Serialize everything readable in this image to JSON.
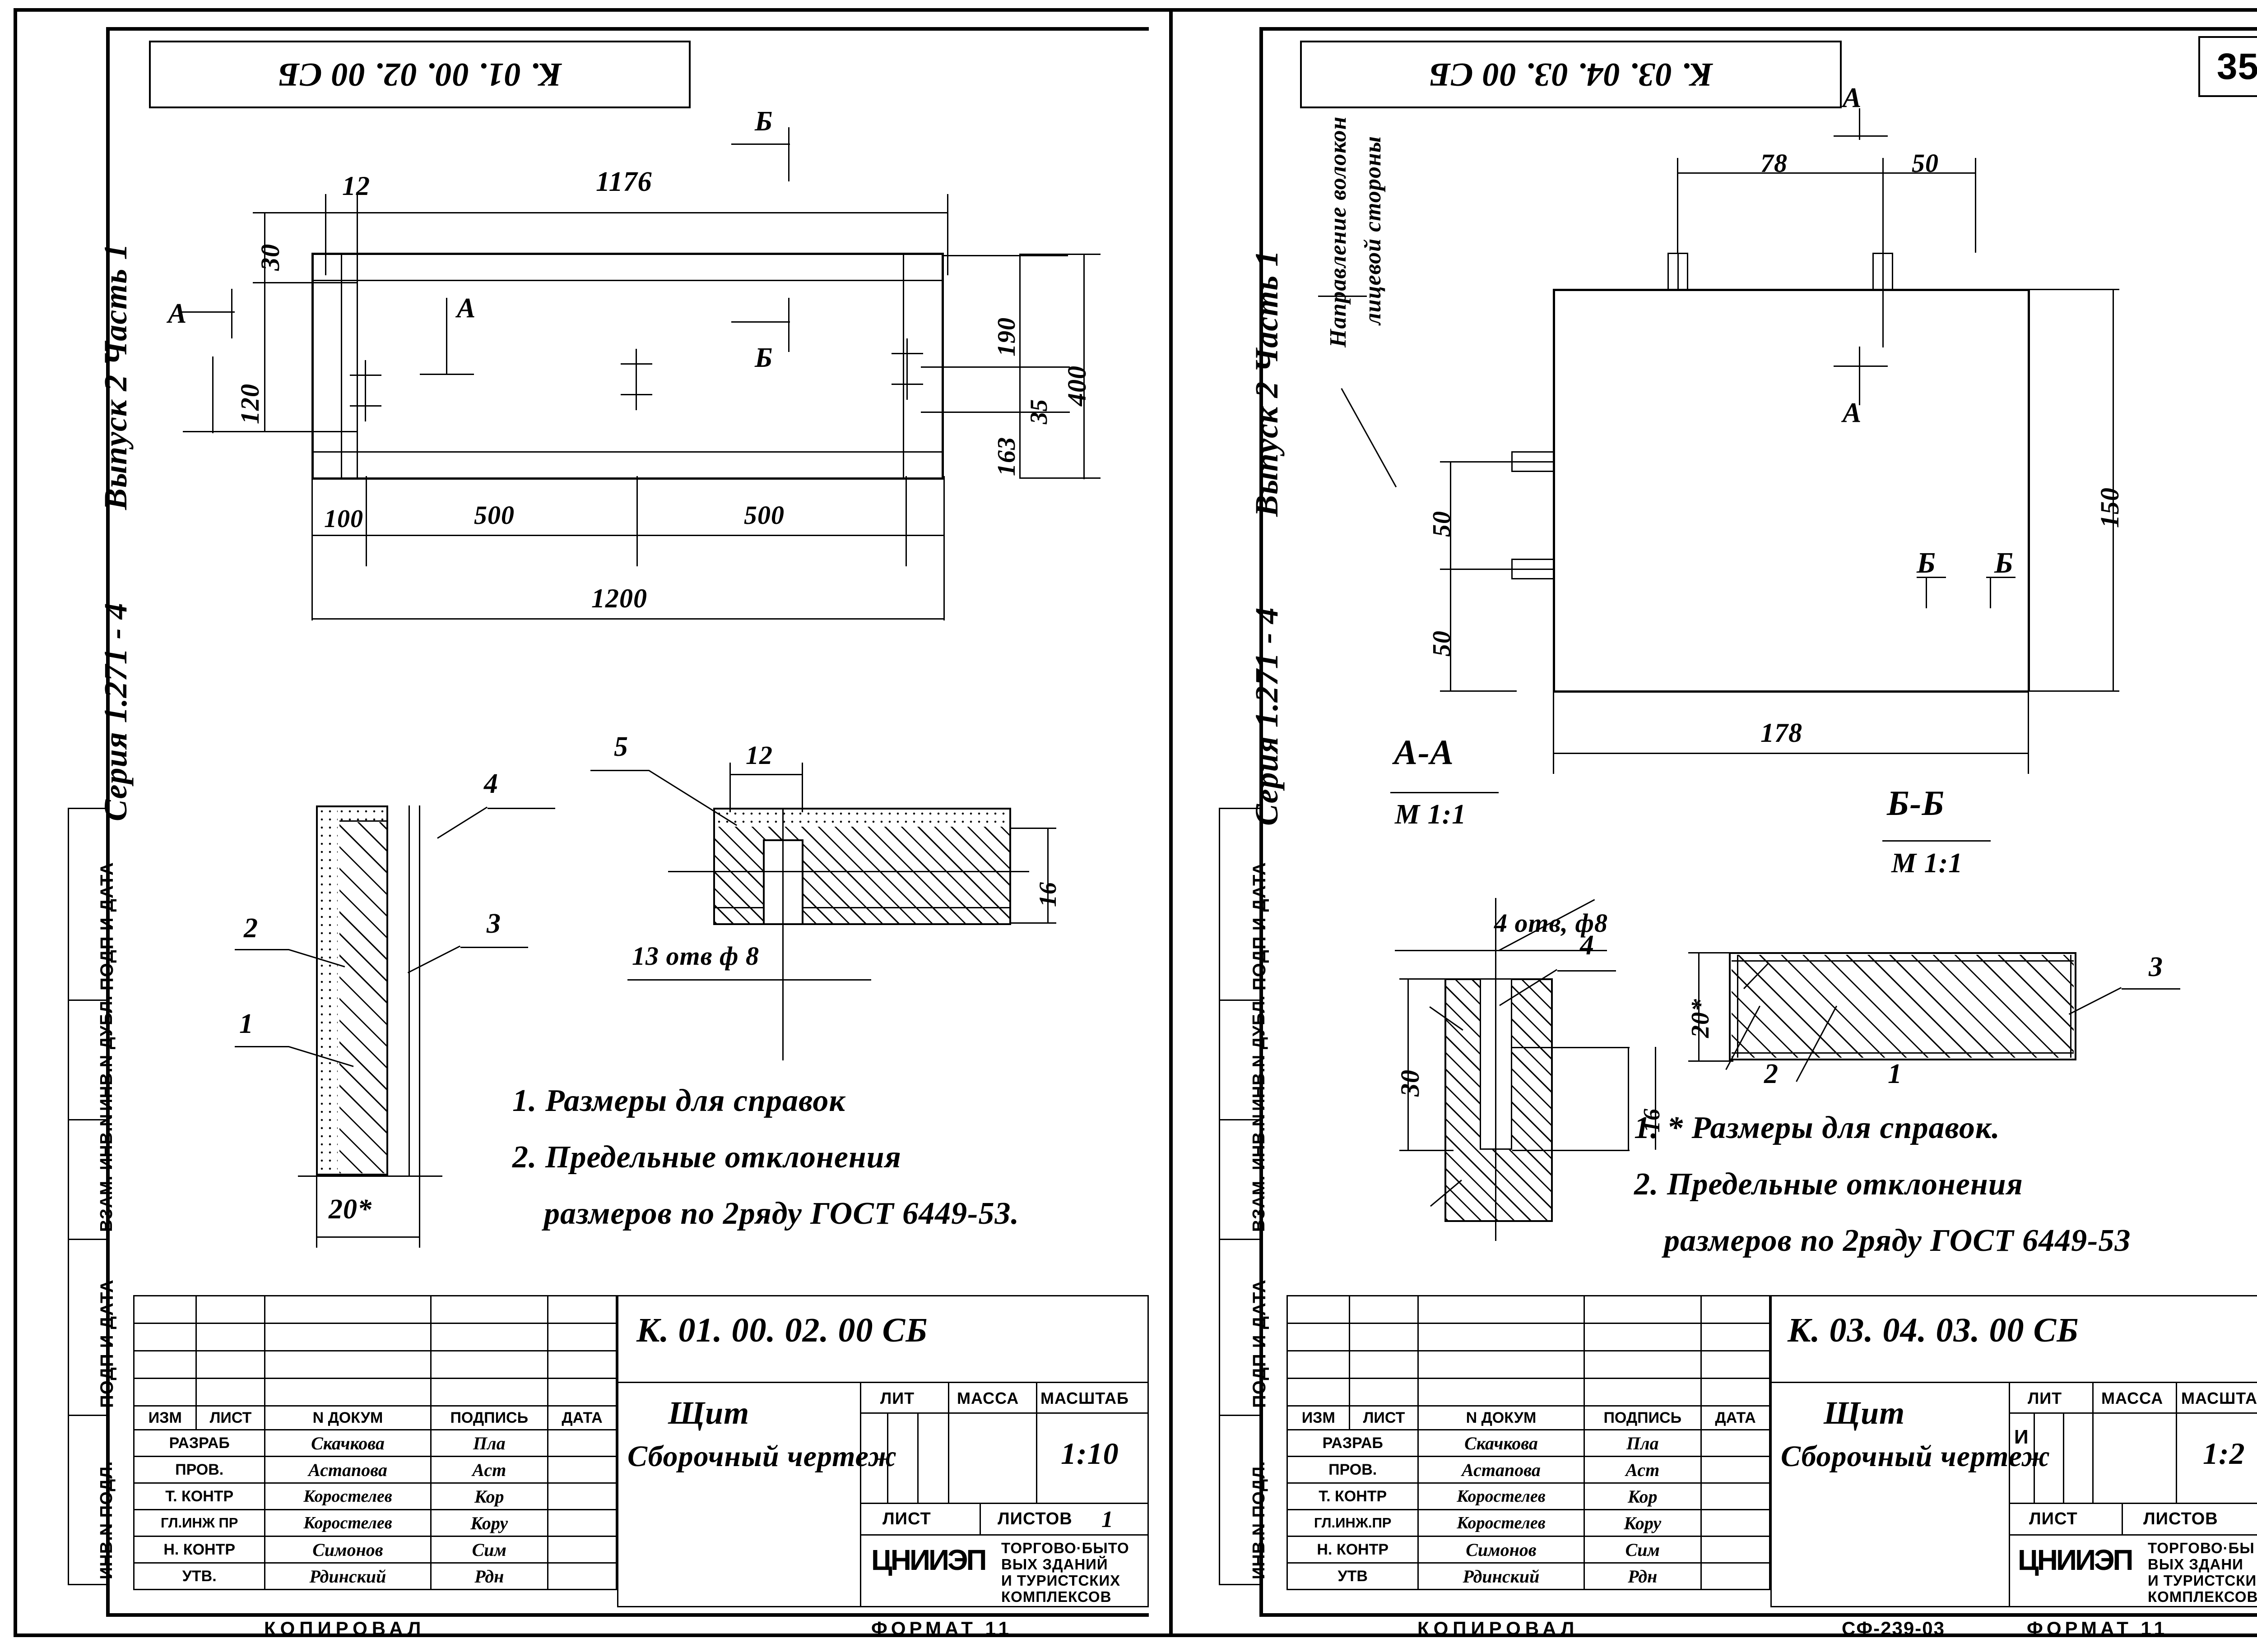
{
  "sheet": {
    "page_number": "35",
    "format_note": "ФОРМАТ 11",
    "copy_note": "КОПИРОВАЛ",
    "archive_code": "СФ-239-03",
    "side_labels": [
      "ПОДП И ДАТА",
      "ИНВ.N ДУБЛ.",
      "ВЗАМ. ИНВ.N",
      "ПОДП И ДАТА",
      "ИНВ.N ПОДЛ."
    ]
  },
  "left_panel": {
    "stamp_code": "К. 01. 00. 02. 00 СБ",
    "series": "Серия 1.271 - 4",
    "issue": "Выпуск 2 Часть 1",
    "drawing_no": "К. 01. 00. 02. 00 СБ",
    "part_name": "Щит",
    "doc_type": "Сборочный чертеж",
    "scale_header": "МАСШТАБ",
    "scale_value": "1:10",
    "lit_header": "ЛИТ",
    "mass_header": "МАССА",
    "sheet_header": "ЛИСТ",
    "sheets_header": "ЛИСТОВ",
    "sheets_value": "1",
    "org_logo": "ЦНИИЭП",
    "org_lines": [
      "ТОРГОВО·БЫТО",
      "ВЫХ ЗДАНИЙ",
      "И ТУРИСТСКИХ",
      "КОМПЛЕКСОВ"
    ],
    "columns": [
      "ИЗМ",
      "ЛИСТ",
      "N ДОКУМ",
      "ПОДПИСЬ",
      "ДАТА"
    ],
    "rows": [
      {
        "role": "РАЗРАБ",
        "name": "Скачкова",
        "sign": "Пла",
        "date": ""
      },
      {
        "role": "ПРОВ.",
        "name": "Астапова",
        "sign": "Аст",
        "date": ""
      },
      {
        "role": "Т. КОНТР",
        "name": "Коростелев",
        "sign": "Кор",
        "date": ""
      },
      {
        "role": "ГЛ.ИНЖ ПР",
        "name": "Коростелев",
        "sign": "Кору",
        "date": ""
      },
      {
        "role": "Н. КОНТР",
        "name": "Симонов",
        "sign": "Сим",
        "date": ""
      },
      {
        "role": "УТВ.",
        "name": "Рдинский",
        "sign": "Рдн",
        "date": ""
      }
    ],
    "plan_dims": {
      "top_left_small": "12",
      "top_long": "1176",
      "left_30": "30",
      "left_120": "120",
      "right_190": "190",
      "right_35": "35",
      "right_163": "163",
      "right_400": "400",
      "bottom_100": "100",
      "bottom_500_a": "500",
      "bottom_500_b": "500",
      "bottom_total": "1200"
    },
    "section_marks": {
      "a": "А",
      "b": "Б"
    },
    "detail_callouts": [
      "1",
      "2",
      "3",
      "4",
      "5"
    ],
    "detail_dims": {
      "thickness": "20*",
      "edge_12": "12",
      "holes": "13 отв ф 8",
      "depth_16": "16"
    },
    "notes": [
      "1. Размеры для справок",
      "2. Предельные отклонения",
      "размеров по 2ряду ГОСТ 6449-53."
    ]
  },
  "right_panel": {
    "stamp_code": "К. 03. 04. 03. 00 СБ",
    "series": "Серия 1.271 - 4",
    "issue": "Выпуск 2 Часть 1",
    "drawing_no": "К. 03. 04. 03. 00 СБ",
    "part_name": "Щит",
    "doc_type": "Сборочный чертеж",
    "scale_header": "МАСШТАБ",
    "scale_value": "1:2",
    "lit_header": "ЛИТ",
    "lit_value": "И",
    "mass_header": "МАССА",
    "sheet_header": "ЛИСТ",
    "sheets_header": "ЛИСТОВ",
    "sheets_value": "",
    "org_logo": "ЦНИИЭП",
    "org_lines": [
      "ТОРГОВО·БЫ",
      "ВЫХ ЗДАНИ",
      "И ТУРИСТСКИ",
      "КОМПЛЕКСОВ"
    ],
    "columns": [
      "ИЗМ",
      "ЛИСТ",
      "N ДОКУМ",
      "ПОДПИСЬ",
      "ДАТА"
    ],
    "rows": [
      {
        "role": "РАЗРАБ",
        "name": "Скачкова",
        "sign": "Пла",
        "date": ""
      },
      {
        "role": "ПРОВ.",
        "name": "Астапова",
        "sign": "Аст",
        "date": ""
      },
      {
        "role": "Т. КОНТР",
        "name": "Коростелев",
        "sign": "Кор",
        "date": ""
      },
      {
        "role": "ГЛ.ИНЖ.ПР",
        "name": "Коростелев",
        "sign": "Кору",
        "date": ""
      },
      {
        "role": "Н. КОНТР",
        "name": "Симонов",
        "sign": "Сим",
        "date": ""
      },
      {
        "role": "УТВ",
        "name": "Рдинский",
        "sign": "Рдн",
        "date": ""
      }
    ],
    "plan_dims": {
      "top_78": "78",
      "top_50": "50",
      "left_50_a": "50",
      "left_50_b": "50",
      "right_150": "150",
      "bottom_178": "178"
    },
    "grain_note": "Направление волокон\nлицевой стороны",
    "section_marks": {
      "a": "А",
      "b": "Б"
    },
    "section_titles": {
      "aa": "А-А",
      "bb": "Б-Б",
      "scale_aa": "М 1:1",
      "scale_bb": "М 1:1"
    },
    "detail_dims": {
      "holes": "4 отв, ф8",
      "left_30": "30",
      "depth_16": "16",
      "thk_20": "20*"
    },
    "detail_callouts": [
      "1",
      "2",
      "3",
      "4"
    ],
    "notes": [
      "1. * Размеры для справок.",
      "2. Предельные отклонения",
      "размеров по 2ряду ГОСТ 6449-53"
    ]
  }
}
